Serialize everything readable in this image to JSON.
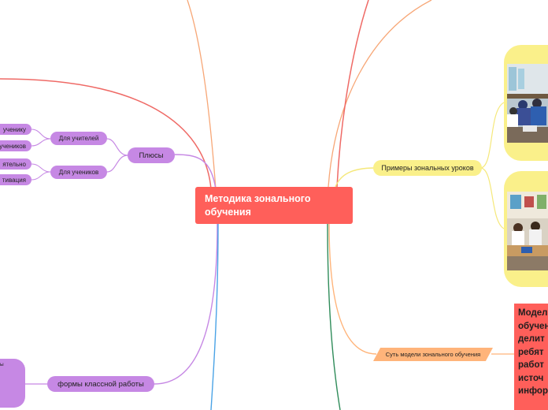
{
  "central": {
    "line1": "Методика зонального",
    "line2": "обучения"
  },
  "left": {
    "plusy": "Плюсы",
    "dlya_uchiteley": "Для учителей",
    "dlya_uchenikov": "Для учеников",
    "leaves": [
      "ученику",
      "учеников",
      "ятельно",
      "тивация"
    ],
    "formy": "формы классной работы",
    "blob_text": "ы"
  },
  "right": {
    "primery": "Примеры зональных уроков",
    "sut": "Суть модели зонального обучения",
    "card_lines": [
      "Модел",
      "обучен",
      "делит",
      "ребят",
      "работ",
      "источ",
      "инфор"
    ]
  },
  "colors": {
    "central": "#ff5f5a",
    "purple": "#c688e4",
    "yellow": "#faf08a",
    "orange": "#ffb47a",
    "red_branch": "#ef6a66",
    "blue_branch": "#4aa3e6"
  }
}
